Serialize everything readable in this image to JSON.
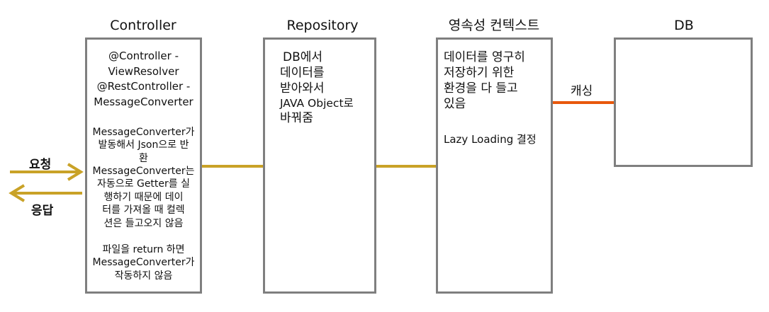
{
  "colors": {
    "box_border": "#7f7f7f",
    "connector": "#c9a227",
    "caching_line": "#e8580c"
  },
  "controller": {
    "title": "Controller",
    "line1": "@Controller -",
    "line2": "ViewResolver",
    "line3": "@RestController -",
    "line4": "MessageConverter",
    "desc1": [
      "MessageConverter가",
      "발동해서 Json으로 반",
      "환"
    ],
    "desc2": [
      "MessageConverter는",
      "자동으로 Getter를 실",
      "행하기 때문에 데이",
      "터를 가져올 때  컬렉",
      "션은 들고오지 않음"
    ],
    "desc3": [
      "파일을 return 하면",
      "MessageConverter가",
      "작동하지 않음"
    ]
  },
  "repository": {
    "title": "Repository",
    "lines": [
      "DB에서",
      "데이터를",
      "받아와서",
      "JAVA Object로",
      "바꿔줌"
    ]
  },
  "persistence_context": {
    "title": "영속성 컨텍스트",
    "lines": [
      "데이터를 영구히",
      "저장하기 위한",
      "환경을 다 들고",
      "있음"
    ],
    "lazy": "Lazy Loading 결정"
  },
  "db": {
    "title": "DB"
  },
  "caching_label": "캐싱",
  "request_label": "요청",
  "response_label": "응답"
}
